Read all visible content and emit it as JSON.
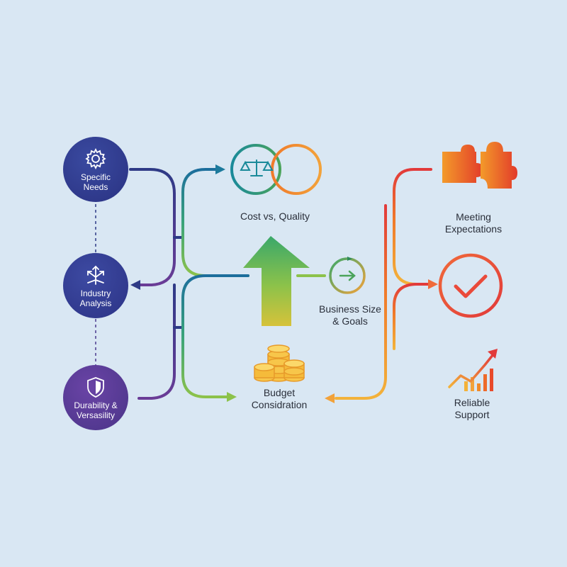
{
  "left_nodes": [
    {
      "label": "Specific Needs",
      "line1": "Specific",
      "line2": "Needs",
      "icon": "gear-icon",
      "color": "#2e3a86"
    },
    {
      "label": "Industry Analysis",
      "line1": "Industry",
      "line2": "Analysis",
      "icon": "branching-arrows-icon",
      "color": "#33388a"
    },
    {
      "label": "Durability & Versasility",
      "line1": "Durability &",
      "line2": "Versasility",
      "icon": "shield-icon",
      "color": "#5b3a92"
    }
  ],
  "center": {
    "cost_quality": "Cost vs, Quality",
    "business_line1": "Business Size",
    "business_line2": "& Goals",
    "budget_line1": "Budget",
    "budget_line2": "Considration"
  },
  "right": {
    "meeting_line1": "Meeting",
    "meeting_line2": "Expectations",
    "support_line1": "Reliable",
    "support_line2": "Support"
  },
  "icons": [
    "scales-icon",
    "arrow-circle-icon",
    "coins-icon",
    "puzzle-icon",
    "checkmark-icon",
    "growth-chart-icon",
    "up-arrow-icon"
  ],
  "colors": {
    "background": "#d9e7f3",
    "navy": "#2e3a86",
    "teal": "#1c7a9c",
    "green": "#6ab04c",
    "yellow": "#f0b53a",
    "orange": "#f07a2a",
    "red": "#e53b3b"
  }
}
